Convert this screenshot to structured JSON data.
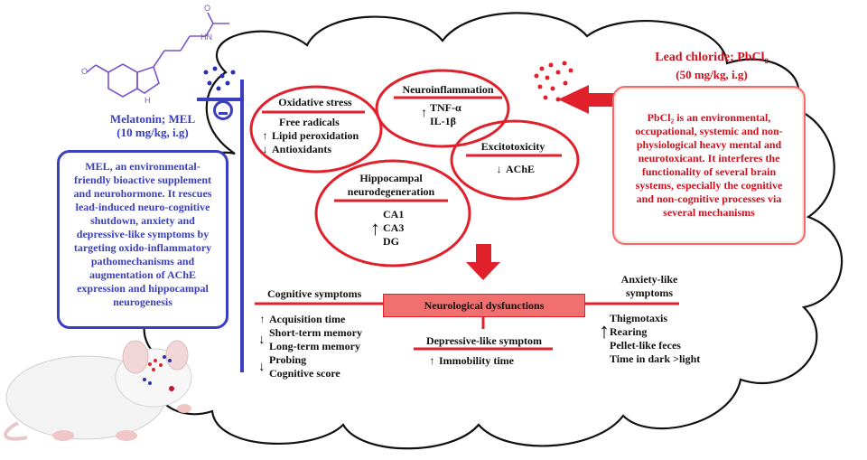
{
  "melatonin": {
    "label": "Melatonin; MEL",
    "dose": "(10 mg/kg, i.g)",
    "box_text": "MEL, an environmental-friendly bioactive supplement and neurohormone. It rescues lead-induced neuro-cognitive shutdown, anxiety and depressive-like symptoms by targeting oxido-inflammatory pathomechanisms and augmentation of AChE expression and hippocampal neurogenesis"
  },
  "lead": {
    "label": "Lead chloride; PbCl₂",
    "dose": "(50 mg/kg, i.g)",
    "box_text": "PbCl₂ is an environmental, occupational, systemic and non-physiological heavy mental and neurotoxicant. It interferes the functionality of several brain systems, especially the cognitive and non-cognitive processes via several mechanisms"
  },
  "mechanisms": {
    "oxidative_stress": {
      "title": "Oxidative stress",
      "items": [
        "Free radicals",
        "Lipid  peroxidation",
        "Antioxidants"
      ]
    },
    "neuroinflammation": {
      "title": "Neuroinflammation",
      "items": [
        "TNF-α",
        "IL-1β"
      ]
    },
    "excitotoxicity": {
      "title": "Excitotoxicity",
      "items": [
        "AChE"
      ]
    },
    "hippocampal": {
      "title": "Hippocampal neurodegeneration",
      "items": [
        "CA1",
        "CA3",
        "DG"
      ]
    }
  },
  "outcomes": {
    "center": "Neurological dysfunctions",
    "cognitive": {
      "title": "Cognitive symptoms",
      "items": [
        "Acquisition time",
        "Short-term memory",
        "Long-term memory",
        "Probing",
        "Cognitive score"
      ]
    },
    "depressive": {
      "title": "Depressive-like symptom",
      "items": [
        "Immobility time"
      ]
    },
    "anxiety": {
      "title": "Anxiety-like symptoms",
      "items": [
        "Thigmotaxis",
        "Rearing",
        "Pellet-like feces",
        "Time in dark >light"
      ]
    }
  },
  "colors": {
    "red": "#e0202a",
    "blue": "#3a3fc0",
    "pink_box": "#f06a6a"
  },
  "icons": [
    "dot-cluster-icon",
    "block-symbol-icon",
    "rat-image",
    "molecule-structure",
    "big-arrow-left",
    "big-arrow-down"
  ]
}
